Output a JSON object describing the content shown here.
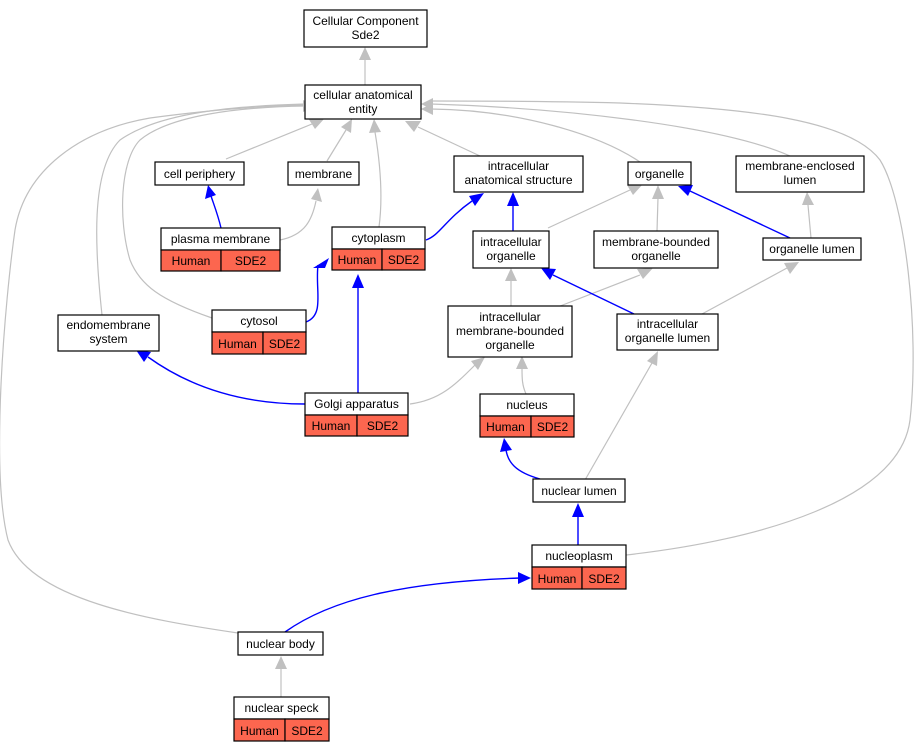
{
  "colors": {
    "annotation_fill": "#fc664f",
    "is_a_edge": "#c0c0c0",
    "part_of_edge": "#0000ff",
    "node_border": "#000000"
  },
  "nodes": {
    "root": [
      "Cellular Component",
      "Sde2"
    ],
    "cellular_anatomical_entity": [
      "cellular anatomical",
      "entity"
    ],
    "cell_periphery": [
      "cell periphery"
    ],
    "membrane": [
      "membrane"
    ],
    "intracellular_anatomical_structure": [
      "intracellular",
      "anatomical structure"
    ],
    "organelle": [
      "organelle"
    ],
    "membrane_enclosed_lumen": [
      "membrane-enclosed",
      "lumen"
    ],
    "plasma_membrane": [
      "plasma membrane"
    ],
    "cytoplasm": [
      "cytoplasm"
    ],
    "intracellular_organelle": [
      "intracellular",
      "organelle"
    ],
    "membrane_bounded_organelle": [
      "membrane-bounded",
      "organelle"
    ],
    "organelle_lumen": [
      "organelle lumen"
    ],
    "cytosol": [
      "cytosol"
    ],
    "endomembrane_system": [
      "endomembrane",
      "system"
    ],
    "intracellular_membrane_bounded_organelle": [
      "intracellular",
      "membrane-bounded",
      "organelle"
    ],
    "intracellular_organelle_lumen": [
      "intracellular",
      "organelle lumen"
    ],
    "golgi_apparatus": [
      "Golgi apparatus"
    ],
    "nucleus": [
      "nucleus"
    ],
    "nuclear_lumen": [
      "nuclear lumen"
    ],
    "nucleoplasm": [
      "nucleoplasm"
    ],
    "nuclear_body": [
      "nuclear body"
    ],
    "nuclear_speck": [
      "nuclear speck"
    ]
  },
  "annotation": {
    "species": "Human",
    "gene": "SDE2"
  }
}
